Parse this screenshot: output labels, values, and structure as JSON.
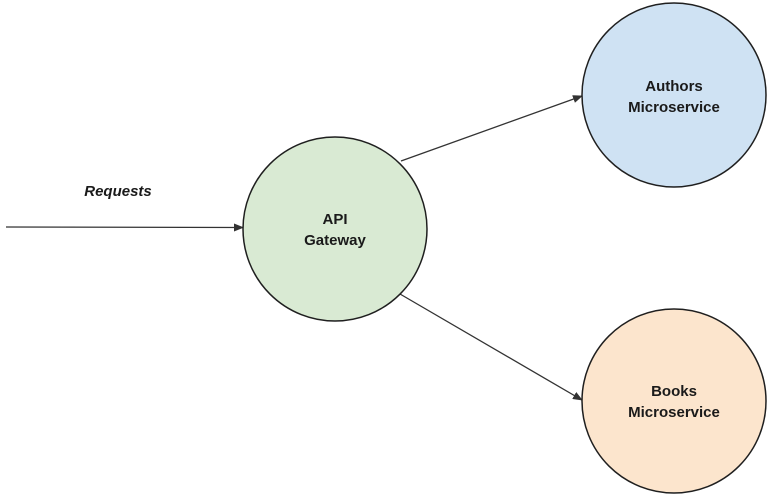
{
  "diagram": {
    "edge_label": "Requests",
    "nodes": {
      "gateway": {
        "line1": "API",
        "line2": "Gateway",
        "color": "#d9ead3"
      },
      "authors": {
        "line1": "Authors",
        "line2": "Microservice",
        "color": "#cfe2f3"
      },
      "books": {
        "line1": "Books",
        "line2": "Microservice",
        "color": "#fce5cd"
      }
    },
    "edges": [
      {
        "from": "client",
        "to": "gateway",
        "label": "Requests"
      },
      {
        "from": "gateway",
        "to": "authors"
      },
      {
        "from": "gateway",
        "to": "books"
      }
    ]
  }
}
